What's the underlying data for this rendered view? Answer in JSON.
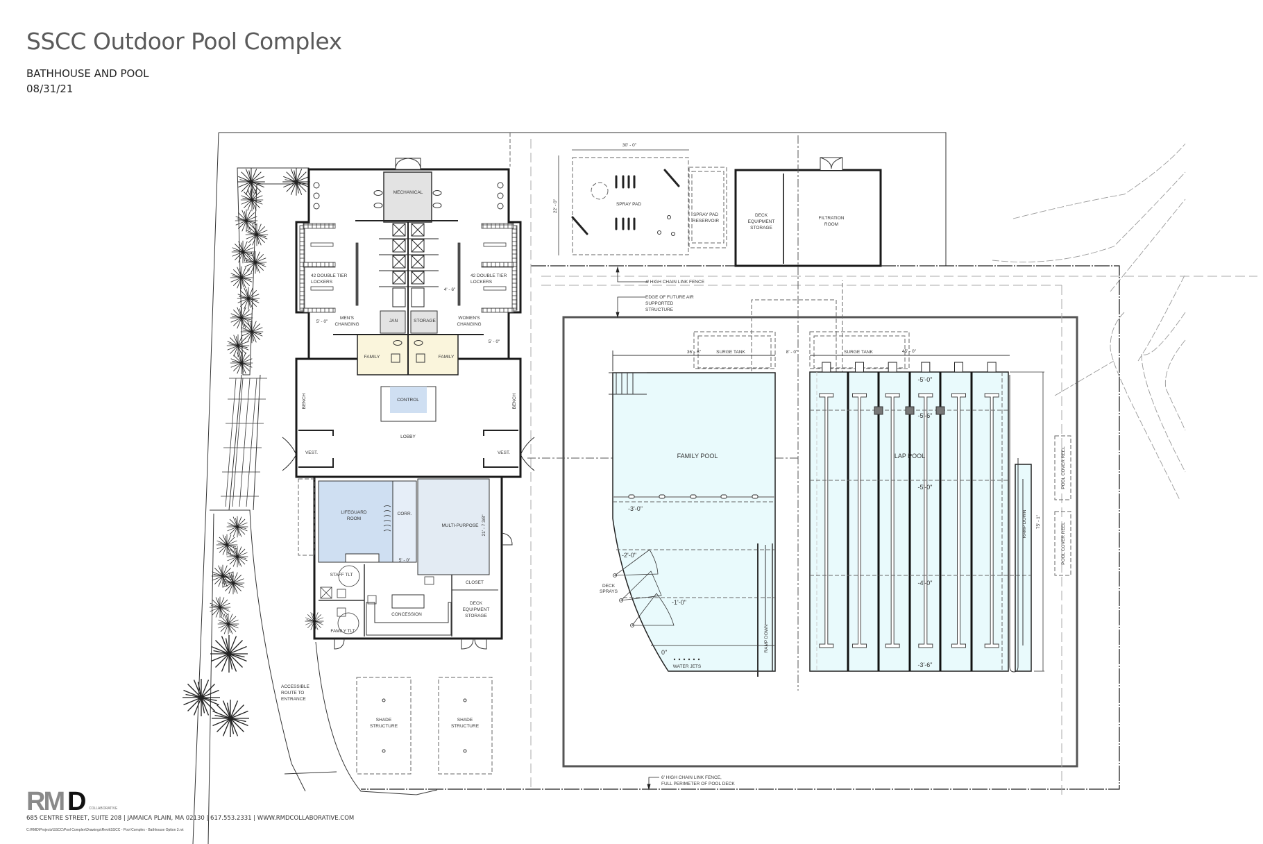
{
  "header": {
    "title": "SSCC Outdoor Pool Complex",
    "subtitle": "BATHHOUSE AND POOL",
    "date": "08/31/21"
  },
  "footer": {
    "logo": {
      "letters_light": "RM",
      "letters_dark": "D",
      "tagline": "COLLABORATIVE"
    },
    "address": "685 CENTRE STREET, SUITE 208 | JAMAICA PLAIN, MA 02130 | 617.553.2331 | WWW.RMDCOLLABORATIVE.COM",
    "file_path": "C:\\RMD\\Projects\\SSCC\\Pool Complex\\Drawings\\Revit\\SSCC - Pool Complex - Bathhouse Option 3.rvt"
  },
  "bathhouse": {
    "mechanical": "MECHANICAL",
    "lockers_men": [
      "42 DOUBLE TIER",
      "LOCKERS"
    ],
    "lockers_women": [
      "42 DOUBLE TIER",
      "LOCKERS"
    ],
    "mens_changing": [
      "MEN'S",
      "CHANGING"
    ],
    "womens_changing": [
      "WOMEN'S",
      "CHANGING"
    ],
    "jan": "JAN",
    "storage": "STORAGE",
    "family_left": "FAMILY",
    "family_right": "FAMILY",
    "control": "CONTROL",
    "lobby": "LOBBY",
    "vest_left": "VEST.",
    "vest_right": "VEST.",
    "bench_left": "BENCH",
    "bench_right": "BENCH",
    "lifeguard": [
      "LIFEGUARD",
      "ROOM"
    ],
    "corr": "CORR.",
    "multipurpose": "MULTI-PURPOSE",
    "staff_tlt": "STAFF TLT",
    "family_tlt": "FAMILY TLT",
    "concession": "CONCESSION",
    "closet": "CLOSET",
    "deck_storage": [
      "DECK",
      "EQUIPMENT",
      "STORAGE"
    ],
    "dims": {
      "locker_aisle": "4' - 6\"",
      "mens_clear": "5' - 0\"",
      "womens_clear": "5' - 0\"",
      "corr_width": "5' - 0\"",
      "multipurpose_depth": "21' - 7 3/8\""
    }
  },
  "spray_area": {
    "spray_pad": "SPRAY PAD",
    "width_dim": "30' - 0\"",
    "depth_dim": "22' - 0\"",
    "reservoir": [
      "SPRAY PAD",
      "RESERVOIR"
    ],
    "deck_storage": [
      "DECK",
      "EQUIPMENT",
      "STORAGE"
    ],
    "filtration": [
      "FILTRATION",
      "ROOM"
    ]
  },
  "notes": {
    "fence_4ft": "4' HIGH CHAIN LINK FENCE",
    "air_structure": [
      "EDGE OF FUTURE AIR",
      "SUPPORTED",
      "STRUCTURE"
    ],
    "fence_6ft": [
      "6' HIGH CHAIN LINK FENCE,",
      "FULL PERIMETER OF POOL DECK"
    ],
    "accessible_route": [
      "ACCESSIBLE",
      "ROUTE TO",
      "ENTRANCE"
    ],
    "shade_1": [
      "SHADE",
      "STRUCTURE"
    ],
    "shade_2": [
      "SHADE",
      "STRUCTURE"
    ]
  },
  "family_pool": {
    "label": "FAMILY POOL",
    "surge_tank": "SURGE TANK",
    "width_dim": "36' - 6\"",
    "gap_dim": "8' - 0\"",
    "depths": [
      "-3'-0\"",
      "-2'-0\"",
      "-1'-0\"",
      "0\""
    ],
    "deck_sprays": [
      "DECK",
      "SPRAYS"
    ],
    "water_jets": "WATER JETS",
    "ramp": "RAMP DOWN"
  },
  "lap_pool": {
    "label": "LAP POOL",
    "surge_tank": "SURGE TANK",
    "width_dim": "45' - 0\"",
    "length_dim": "75' - 1\"",
    "depths": [
      "-5'-0\"",
      "-5'-6\"",
      "-5'-0\"",
      "-4'-0\"",
      "-3'-6\""
    ],
    "lanes": 6,
    "ramp": "RAMP DOWN",
    "cover_reel_1": "POOL COVER REEL",
    "cover_reel_2": "POOL COVER REEL"
  },
  "colors": {
    "locker_zone": "#faf5dc",
    "lobby": "#e6eef8",
    "lifeguard": "#cfdff2",
    "service": "#e5e5e5",
    "water": "#e9fafc"
  }
}
